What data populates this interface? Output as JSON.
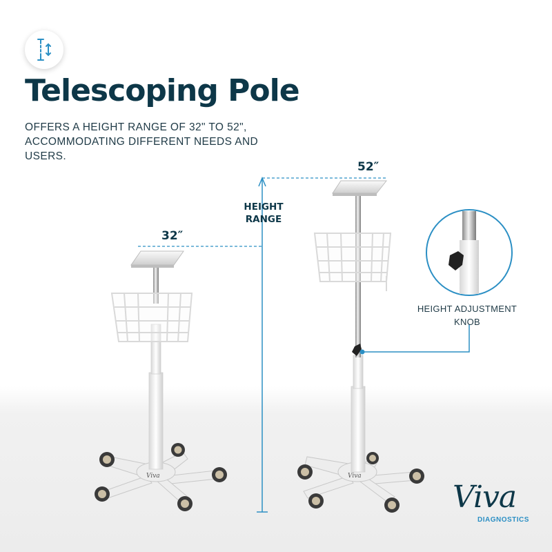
{
  "header": {
    "icon": "height-adjust-icon",
    "title": "Telescoping Pole",
    "description": "OFFERS A HEIGHT RANGE OF 32\" TO 52\", ACCOMMODATING DIFFERENT NEEDS AND USERS."
  },
  "dimensions": {
    "low_label": "32″",
    "high_label": "52″",
    "range_line1": "HEIGHT",
    "range_line2": "RANGE"
  },
  "callout": {
    "line1": "HEIGHT ADJUSTMENT",
    "line2": "KNOB"
  },
  "brand": {
    "name": "Viva",
    "subtitle": "DIAGNOSTICS"
  },
  "colors": {
    "title": "#0d3748",
    "accent": "#2b8fc4",
    "text": "#1f3a46"
  }
}
